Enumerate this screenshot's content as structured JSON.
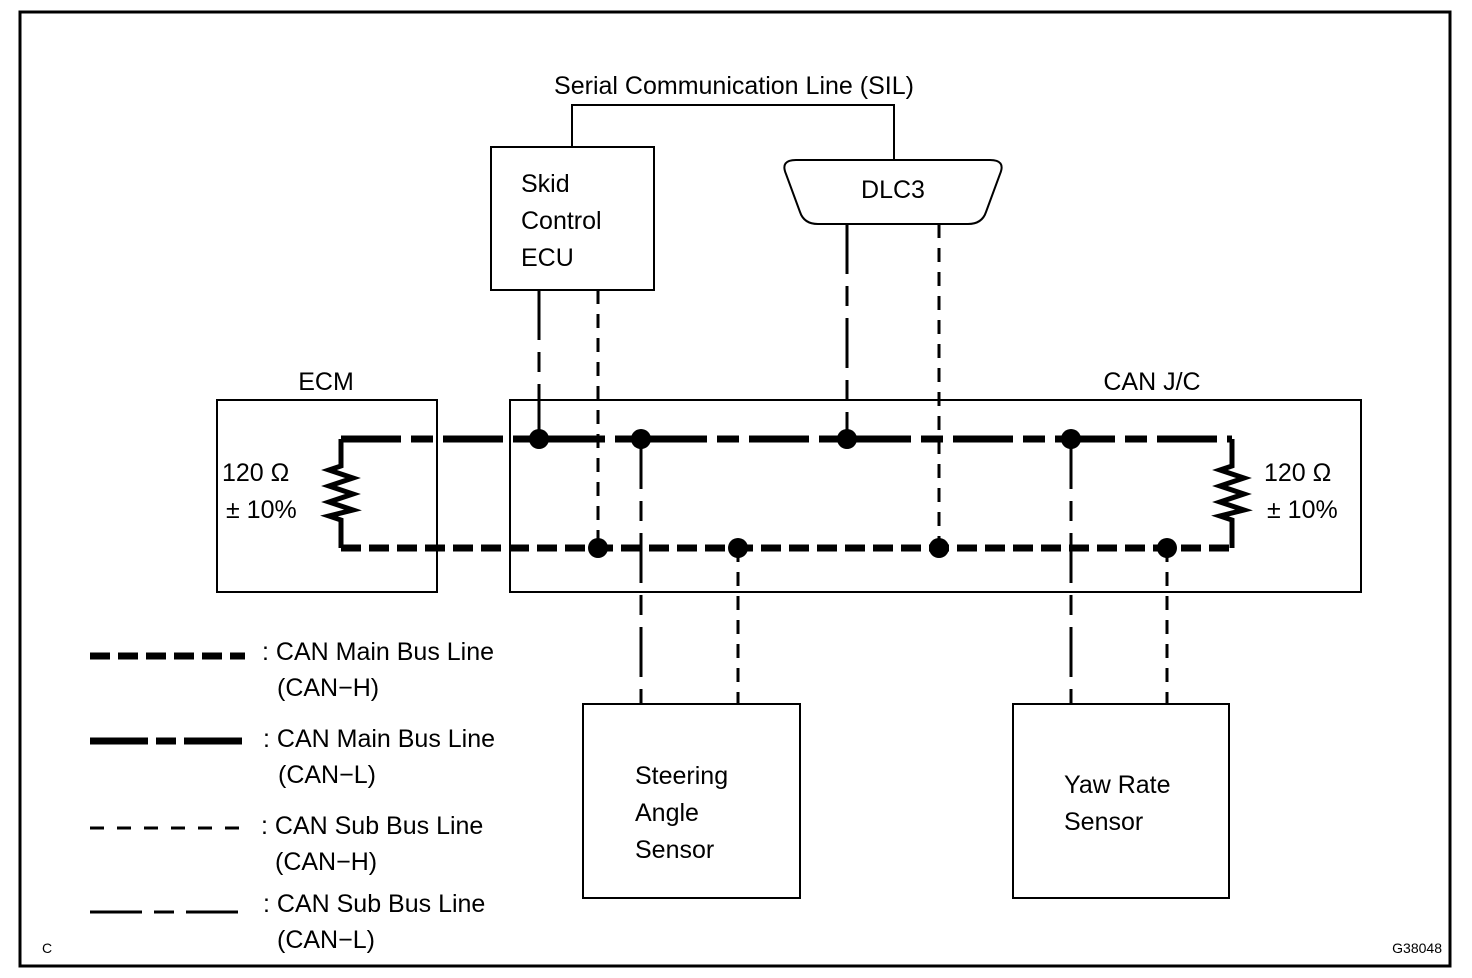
{
  "title": "Serial Communication Line (SIL)",
  "components": {
    "skid_ecu": [
      "Skid",
      "Control",
      "ECU"
    ],
    "dlc3": "DLC3",
    "ecm": "ECM",
    "can_jc": "CAN J/C",
    "steering": [
      "Steering",
      "Angle",
      "Sensor"
    ],
    "yaw": [
      "Yaw Rate",
      "Sensor"
    ]
  },
  "resistors": {
    "left": {
      "value": "120 Ω",
      "tolerance": "± 10%"
    },
    "right": {
      "value": "120 Ω",
      "tolerance": "± 10%"
    }
  },
  "legend": [
    {
      "label": ": CAN Main Bus Line",
      "sub": "(CAN−H)"
    },
    {
      "label": ": CAN Main Bus Line",
      "sub": "(CAN−L)"
    },
    {
      "label": ": CAN Sub Bus Line",
      "sub": "(CAN−H)"
    },
    {
      "label": ": CAN Sub Bus Line",
      "sub": "(CAN−L)"
    }
  ],
  "corner_left": "C",
  "figure_id": "G38048"
}
